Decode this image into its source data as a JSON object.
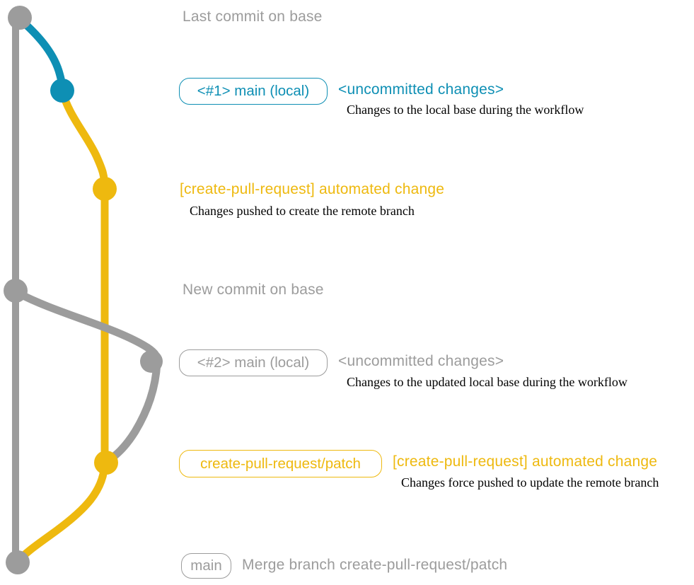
{
  "colors": {
    "gray": "#9c9c9c",
    "teal": "#0e8fb4",
    "yellow": "#eeb90f",
    "caption_text": "#000000",
    "background": "#ffffff"
  },
  "annotations": {
    "last_commit_on_base": "Last commit on base",
    "new_commit_on_base": "New commit on base"
  },
  "rows": {
    "row1": {
      "badge": "<#1> main (local)",
      "message": "<uncommitted changes>",
      "caption": "Changes to the local base during the workflow"
    },
    "row2": {
      "message": "[create-pull-request] automated change",
      "caption": "Changes pushed to create the remote branch"
    },
    "row3": {
      "badge": "<#2> main (local)",
      "message": "<uncommitted changes>",
      "caption": "Changes to the updated local base during the workflow"
    },
    "row4": {
      "badge": "create-pull-request/patch",
      "message": "[create-pull-request] automated change",
      "caption": "Changes force pushed to update the remote branch"
    },
    "row5": {
      "badge": "main",
      "message": "Merge branch create-pull-request/patch"
    }
  },
  "graph": {
    "branches": [
      "base",
      "main (local)",
      "create-pull-request/patch"
    ],
    "commits": [
      {
        "name": "commit-last-base",
        "branch": "base",
        "color": "gray"
      },
      {
        "name": "commit-main-local-1",
        "branch": "main (local)",
        "color": "teal"
      },
      {
        "name": "commit-automated-change-1",
        "branch": "create-pull-request/patch",
        "color": "yellow"
      },
      {
        "name": "commit-new-base",
        "branch": "base",
        "color": "gray"
      },
      {
        "name": "commit-main-local-2",
        "branch": "main (local)",
        "color": "gray"
      },
      {
        "name": "commit-automated-change-2",
        "branch": "create-pull-request/patch",
        "color": "yellow"
      },
      {
        "name": "commit-merge",
        "branch": "base",
        "color": "gray"
      }
    ]
  }
}
